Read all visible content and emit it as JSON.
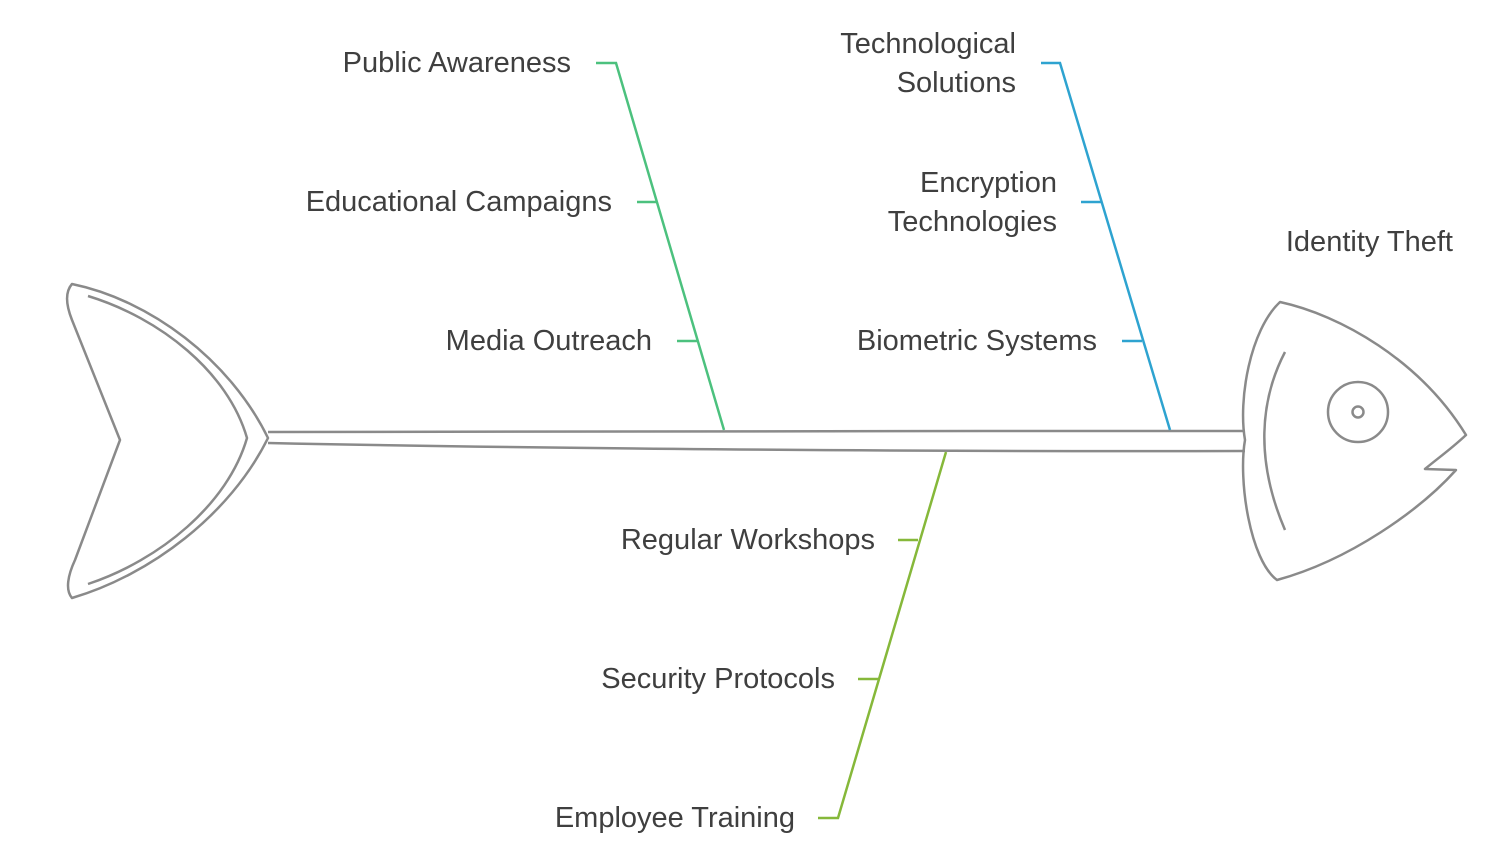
{
  "effect": "Identity Theft",
  "colors": {
    "outline": "#8a8a8a",
    "branch_public_awareness": "#4cc17e",
    "branch_technological_solutions": "#2ea3d0",
    "branch_employee_training": "#86b83a",
    "text": "#3f3f3f"
  },
  "branches": [
    {
      "name": "Public Awareness",
      "items": [
        "Educational Campaigns",
        "Media Outreach"
      ]
    },
    {
      "name": "Technological Solutions",
      "name_lines": [
        "Technological",
        "Solutions"
      ],
      "items": [
        {
          "lines": [
            "Encryption",
            "Technologies"
          ]
        },
        {
          "lines": [
            "Biometric Systems"
          ]
        }
      ]
    },
    {
      "name": "Employee Training",
      "items": [
        "Regular Workshops",
        "Security Protocols"
      ]
    }
  ]
}
